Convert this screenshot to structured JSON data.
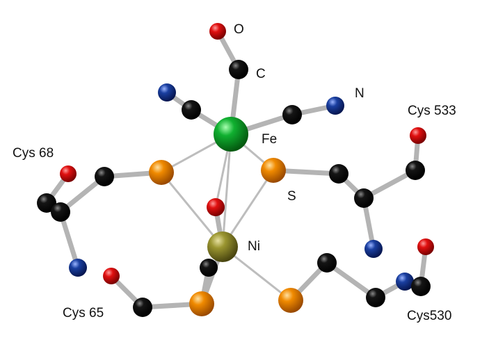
{
  "labels": {
    "o": "O",
    "c": "C",
    "n": "N",
    "fe": "Fe",
    "s": "S",
    "ni": "Ni",
    "cys533": "Cys 533",
    "cys68": "Cys 68",
    "cys65": "Cys 65",
    "cys530": "Cys530"
  },
  "colors": {
    "oxygen": "#e01010",
    "carbon": "#111111",
    "nitrogen": "#1a3fa0",
    "sulfur": "#f08a00",
    "iron": "#10b030",
    "nickel": "#9a9530"
  }
}
